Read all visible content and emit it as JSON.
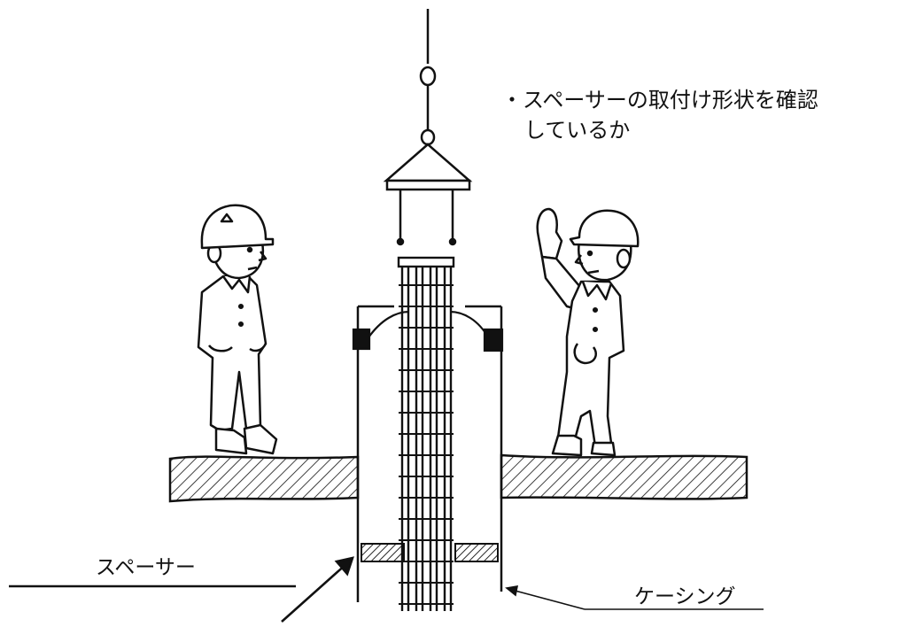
{
  "annotation": {
    "line1": "・スペーサーの取付け形状を確認",
    "line2": "しているか"
  },
  "labels": {
    "spacer": "スペーサー",
    "casing": "ケーシング"
  },
  "icons": {
    "worker_left": "worker-with-helmet",
    "worker_right": "worker-raising-hand",
    "crane_hook": "crane-hook",
    "rebar_cage": "rebar-cage"
  }
}
